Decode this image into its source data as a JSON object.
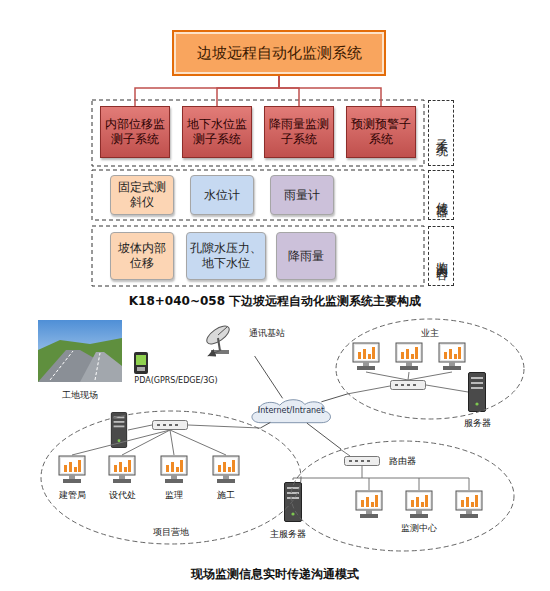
{
  "diagram": {
    "caption": "K18+040~058 下边坡远程自动化监测系统主要构成",
    "nodes": [
      {
        "text": [
          "边坡远程自动化监测系统"
        ]
      },
      {
        "text": [
          "内部位移监测子系统"
        ]
      },
      {
        "text": [
          "地下水位监测子系统"
        ]
      },
      {
        "text": [
          "降雨量监测子系统"
        ]
      },
      {
        "text": [
          "预测预警子系统"
        ]
      },
      {
        "text": [
          "子系统"
        ]
      },
      {
        "text": [
          "固定式测斜仪"
        ]
      },
      {
        "text": [
          "水位计"
        ]
      },
      {
        "text": [
          "雨量计"
        ]
      },
      {
        "text": [
          "传感器"
        ]
      },
      {
        "text": [
          "坡体内部位移"
        ]
      },
      {
        "text": [
          "孔隙水压力、地下水位"
        ]
      },
      {
        "text": [
          "降雨量"
        ]
      },
      {
        "text": [
          "监测内容"
        ]
      },
      {
        "text": [
          "工地现场"
        ]
      },
      {
        "text": [
          "PDA(GPRS/EDGE/3G)"
        ]
      },
      {
        "text": [
          "通讯基站"
        ]
      },
      {
        "text": [
          "业主"
        ]
      },
      {
        "text": [
          "Internet/Intranet"
        ]
      },
      {
        "text": [
          "项目营地"
        ]
      },
      {
        "text": [
          "监测中心"
        ]
      }
    ],
    "edges": [
      {
        "from": 0,
        "to": 1,
        "arrow": "none"
      },
      {
        "from": 0,
        "to": 2,
        "arrow": "none"
      },
      {
        "from": 0,
        "to": 3,
        "arrow": "none"
      },
      {
        "from": 0,
        "to": 4,
        "arrow": "none"
      },
      {
        "from": 15,
        "to": 16,
        "arrow": "to"
      },
      {
        "from": 16,
        "to": 18,
        "arrow": "none"
      },
      {
        "from": 18,
        "to": 17,
        "arrow": "none"
      },
      {
        "from": 18,
        "to": 19,
        "arrow": "none"
      },
      {
        "from": 18,
        "to": 20,
        "arrow": "none"
      }
    ],
    "labels": [
      "服务器",
      "建管局",
      "设代处",
      "监理",
      "施工",
      "路由器",
      "主服务器",
      "现场监测信息实时传递沟通模式"
    ]
  }
}
